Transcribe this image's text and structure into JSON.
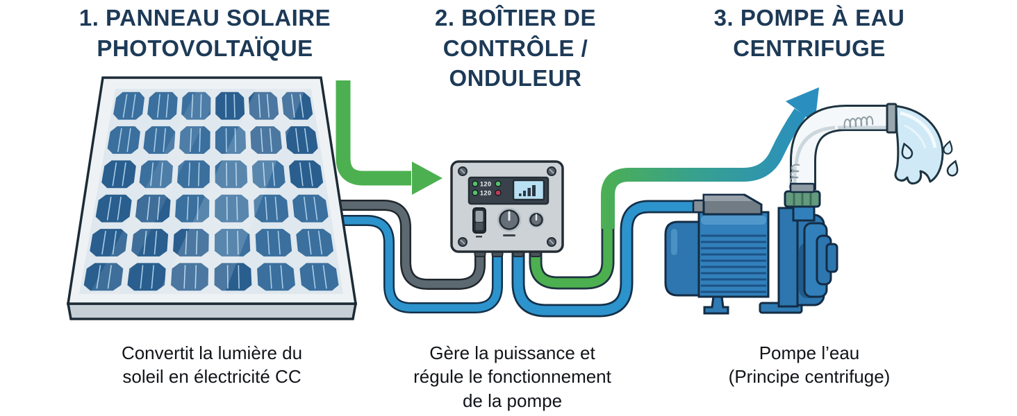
{
  "sections": [
    {
      "id": "solar-panel",
      "number": "1",
      "title": "1. PANNEAU SOLAIRE\nPHOTOVOLTAÏQUE",
      "caption": "Convertit la lumière du\nsoleil en électricité CC"
    },
    {
      "id": "controller",
      "number": "2",
      "title": "2. BOÎTIER DE\nCONTRÔLE /\nONDULEUR",
      "caption": "Gère la puissance et\nrégule le fonctionnement\nde la pompe"
    },
    {
      "id": "pump",
      "number": "3",
      "title": "3. POMPE À EAU\nCENTRIFUGE",
      "caption": "Pompe l’eau\n(Principe centrifuge)"
    }
  ],
  "controller": {
    "led_rows": [
      {
        "label": "120",
        "left_led": "green",
        "right_led": "green"
      },
      {
        "label": "120",
        "left_led": "green",
        "right_led": "red"
      }
    ],
    "lcd": "signal-bars"
  },
  "colors": {
    "heading": "#1d3a57",
    "caption": "#111418",
    "flow_green": "#4db050",
    "flow_blue": "#2a8fbf",
    "cable_blue": "#2d93cc",
    "cable_gray": "#5d6971",
    "panel_cell_dark": "#295e8e",
    "panel_cell_light": "#3a6f9e",
    "panel_cell_line": "#a9cde7",
    "pump_blue": "#3280bb",
    "lcd_blue": "#b9e0f2",
    "led_green": "#57c06a",
    "led_red": "#c13a5a",
    "coupling_green": "#639a7e"
  }
}
